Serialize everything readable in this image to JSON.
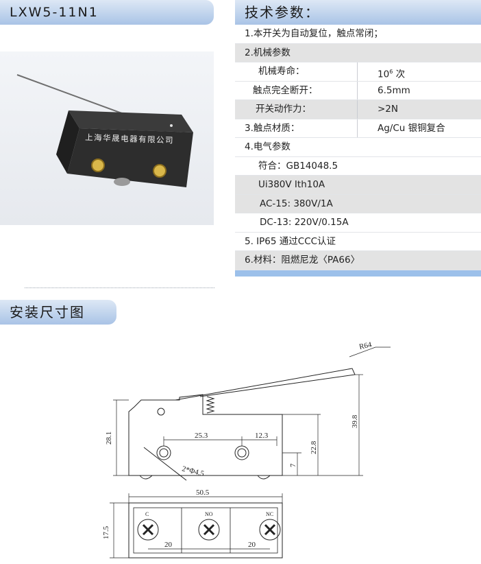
{
  "header": {
    "model": "LXW5-11N1",
    "specs_title": "技术参数：",
    "dims_title": "安装尺寸图"
  },
  "photo": {
    "body_text": "上海华晟电器有限公司"
  },
  "specs": [
    {
      "label": "1.本开关为自动复位，触点常闭；",
      "value": "",
      "shade": false,
      "indent": 14
    },
    {
      "label": "2.机械参数",
      "value": "",
      "shade": true,
      "indent": 14
    },
    {
      "label": "机械寿命：",
      "value": "10",
      "sup": "6",
      "suffix": " 次",
      "shade": false,
      "indent": 34,
      "split": true
    },
    {
      "label": "触点完全断开：",
      "value": "6.5mm",
      "shade": false,
      "indent": 26,
      "split": true
    },
    {
      "label": "开关动作力：",
      "value": ">2N",
      "shade": true,
      "indent": 30,
      "split": true
    },
    {
      "label": "3.触点材质：",
      "value": "Ag/Cu 银铜复合",
      "shade": false,
      "indent": 14,
      "split": true
    },
    {
      "label": "4.电气参数",
      "value": "",
      "shade": false,
      "indent": 14
    },
    {
      "label": "符合：GB14048.5",
      "value": "",
      "shade": false,
      "indent": 34
    },
    {
      "label": "Ui380V   Ith10A",
      "value": "",
      "shade": true,
      "indent": 34
    },
    {
      "label": "AC-15: 380V/1A",
      "value": "",
      "shade": true,
      "indent": 36
    },
    {
      "label": "DC-13: 220V/0.15A",
      "value": "",
      "shade": false,
      "indent": 36
    },
    {
      "label": "5. IP65 通过CCC认证",
      "value": "",
      "shade": false,
      "indent": 14
    },
    {
      "label": "6.材料：阻燃尼龙〈PA66〉",
      "value": "",
      "shade": true,
      "indent": 14
    }
  ],
  "dimensions": {
    "radius": "R64",
    "height_total": "39.8",
    "height_body": "28.1",
    "hole_spacing": "25.3",
    "hole_offset": "12.3",
    "hole_label": "2*Φ4.5",
    "hole_height": "22.8",
    "hole_low": "7",
    "width": "50.5",
    "depth": "17.5",
    "terminal_pitch_left": "20",
    "terminal_pitch_right": "20",
    "terminal_labels": [
      "C",
      "NO",
      "NC"
    ]
  }
}
